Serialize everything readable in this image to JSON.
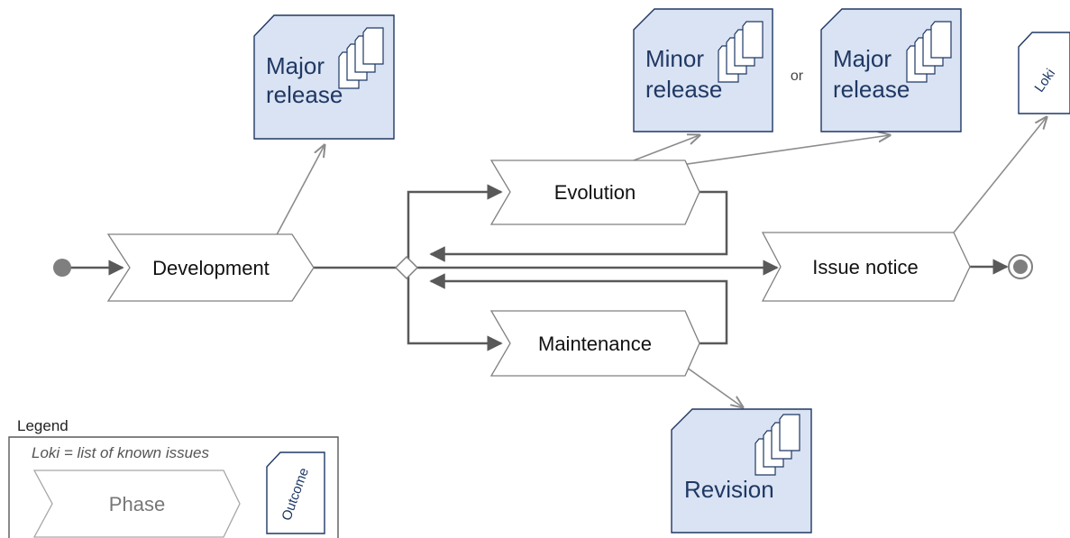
{
  "phases": {
    "development": "Development",
    "evolution": "Evolution",
    "maintenance": "Maintenance",
    "issue_notice": "Issue notice"
  },
  "outcomes": {
    "major_release_1": [
      "Major",
      "release"
    ],
    "minor_release": [
      "Minor",
      "release"
    ],
    "or_label": "or",
    "major_release_2": [
      "Major",
      "release"
    ],
    "loki": "Loki",
    "revision": "Revision"
  },
  "legend": {
    "title": "Legend",
    "note": "Loki = list of known issues",
    "phase_label": "Phase",
    "outcome_label": "Outcome"
  },
  "colors": {
    "outcome_fill": "#dae3f3",
    "outcome_stroke": "#1f3864",
    "phase_stroke": "#808080",
    "arrow": "#595959"
  }
}
